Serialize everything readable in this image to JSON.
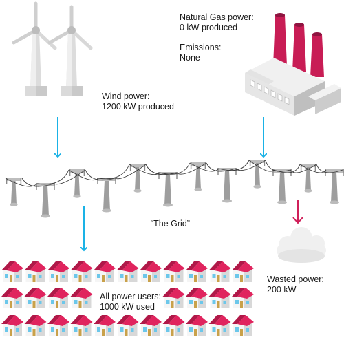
{
  "wind": {
    "title": "Wind power:",
    "value": "1200 kW produced"
  },
  "gas": {
    "title": "Natural Gas power:",
    "value": "0 kW produced",
    "emissions_title": "Emissions:",
    "emissions_value": "None"
  },
  "grid": {
    "label": "“The Grid”"
  },
  "users": {
    "title": "All power users:",
    "value": "1000 kW used"
  },
  "wasted": {
    "title": "Wasted power:",
    "value": "200 kW"
  },
  "colors": {
    "arrow_flow": "#1ab2e6",
    "arrow_waste": "#d0205a",
    "roof": "#e0245e",
    "chimney": "#c81d55",
    "pylon": "#9e9e9e",
    "turbine": "#e4e4e4"
  }
}
